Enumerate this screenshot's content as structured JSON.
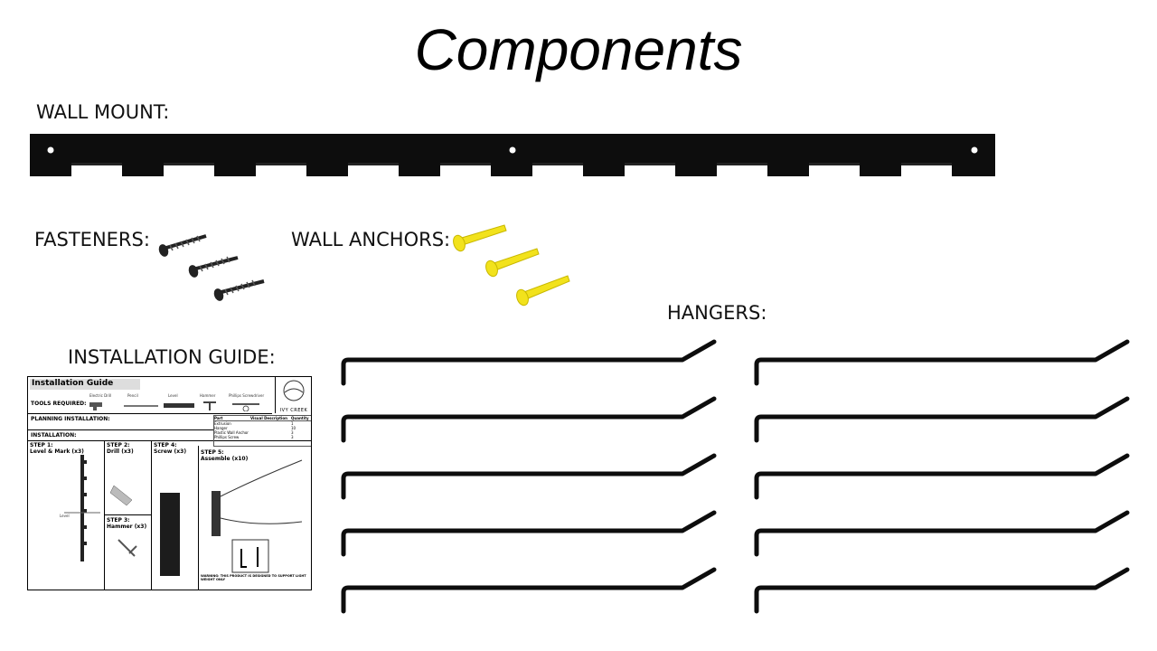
{
  "title": "Components",
  "labels": {
    "wall_mount": "WALL MOUNT:",
    "fasteners": "FASTENERS:",
    "wall_anchors": "WALL ANCHORS:",
    "hangers": "HANGERS:",
    "installation_guide": "INSTALLATION GUIDE:"
  },
  "guide": {
    "heading": "Installation Guide",
    "tools_required": "TOOLS REQUIRED:",
    "tools": [
      "Electric Drill",
      "Pencil",
      "Level",
      "Hammer",
      "Phillips Screwdriver"
    ],
    "planning": "PLANNING INSTALLATION:",
    "installation": "INSTALLATION:",
    "brand": "IVY CREEK",
    "table_headers": [
      "Part",
      "Visual Description",
      "Quantity"
    ],
    "table_rows": [
      [
        "Extrusion",
        "",
        "1"
      ],
      [
        "Hanger",
        "",
        "10"
      ],
      [
        "Plastic Wall Anchor",
        "",
        "3"
      ],
      [
        "Phillips Screw",
        "",
        "3"
      ]
    ],
    "steps": [
      {
        "title": "STEP 1:",
        "sub": "Level & Mark (x3)"
      },
      {
        "title": "STEP 2:",
        "sub": "Drill (x3)"
      },
      {
        "title": "STEP 3:",
        "sub": "Hammer (x3)"
      },
      {
        "title": "STEP 4:",
        "sub": "Screw (x3)"
      },
      {
        "title": "STEP 5:",
        "sub": "Assemble (x10)"
      }
    ],
    "level_label": "Level",
    "warning": "WARNING: THIS PRODUCT IS DESIGNED TO SUPPORT LIGHT WEIGHT ONLY"
  },
  "colors": {
    "metal": "#0d0d0d",
    "anchor": "#f2e21c",
    "anchor_shadow": "#c8b800"
  },
  "counts": {
    "fasteners": 3,
    "wall_anchors": 3,
    "hangers": 10
  }
}
